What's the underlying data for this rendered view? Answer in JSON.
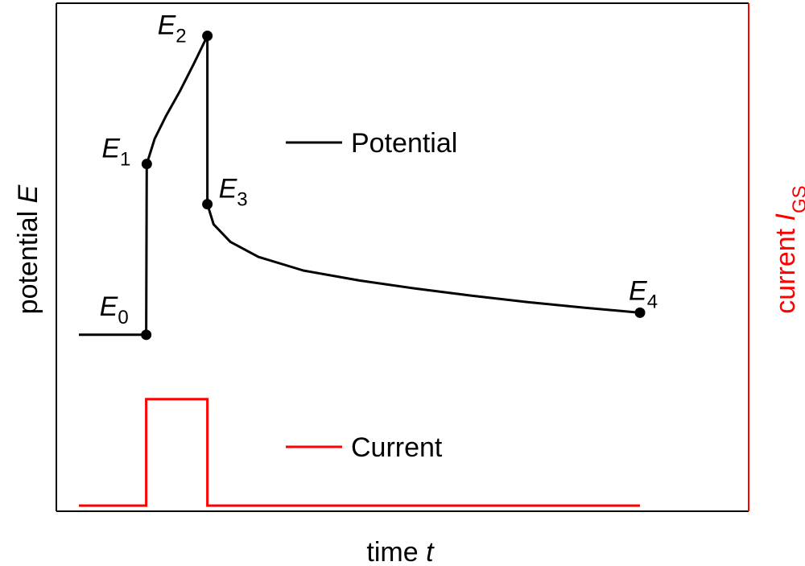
{
  "chart_data": {
    "type": "line",
    "xlabel": {
      "text": "time ",
      "var": "t"
    },
    "ylabel_left": {
      "text": "potential ",
      "var": "E"
    },
    "ylabel_right": {
      "text": "current ",
      "var": "I",
      "sub": "GS"
    },
    "xlim": [
      0,
      10
    ],
    "ylim": [
      0,
      10
    ],
    "ticks": "none",
    "grid": false,
    "legend": [
      {
        "name": "Potential",
        "color": "#000000"
      },
      {
        "name": "Current",
        "color": "#ff0000"
      }
    ],
    "series": [
      {
        "name": "Potential",
        "color": "#000000",
        "x": [
          0.0,
          1.2,
          1.21,
          1.35,
          1.55,
          1.8,
          2.05,
          2.29,
          2.29,
          2.4,
          2.7,
          3.2,
          4.0,
          5.0,
          6.0,
          7.0,
          8.0,
          9.0,
          10.0
        ],
        "y": [
          3.4,
          3.4,
          6.8,
          7.3,
          7.75,
          8.25,
          8.8,
          9.35,
          6.0,
          5.6,
          5.25,
          4.95,
          4.68,
          4.48,
          4.32,
          4.18,
          4.05,
          3.94,
          3.84
        ]
      },
      {
        "name": "Current",
        "color": "#ff0000",
        "x": [
          0.0,
          1.2,
          1.2,
          2.29,
          2.29,
          10.0
        ],
        "y": [
          0.0,
          0.0,
          2.12,
          2.12,
          0.0,
          0.0
        ]
      }
    ],
    "points": [
      {
        "label": "E",
        "sub": "0",
        "x": 1.2,
        "y": 3.4
      },
      {
        "label": "E",
        "sub": "1",
        "x": 1.21,
        "y": 6.8
      },
      {
        "label": "E",
        "sub": "2",
        "x": 2.29,
        "y": 9.35
      },
      {
        "label": "E",
        "sub": "3",
        "x": 2.29,
        "y": 6.0
      },
      {
        "label": "E",
        "sub": "4",
        "x": 10.0,
        "y": 3.84
      }
    ]
  }
}
